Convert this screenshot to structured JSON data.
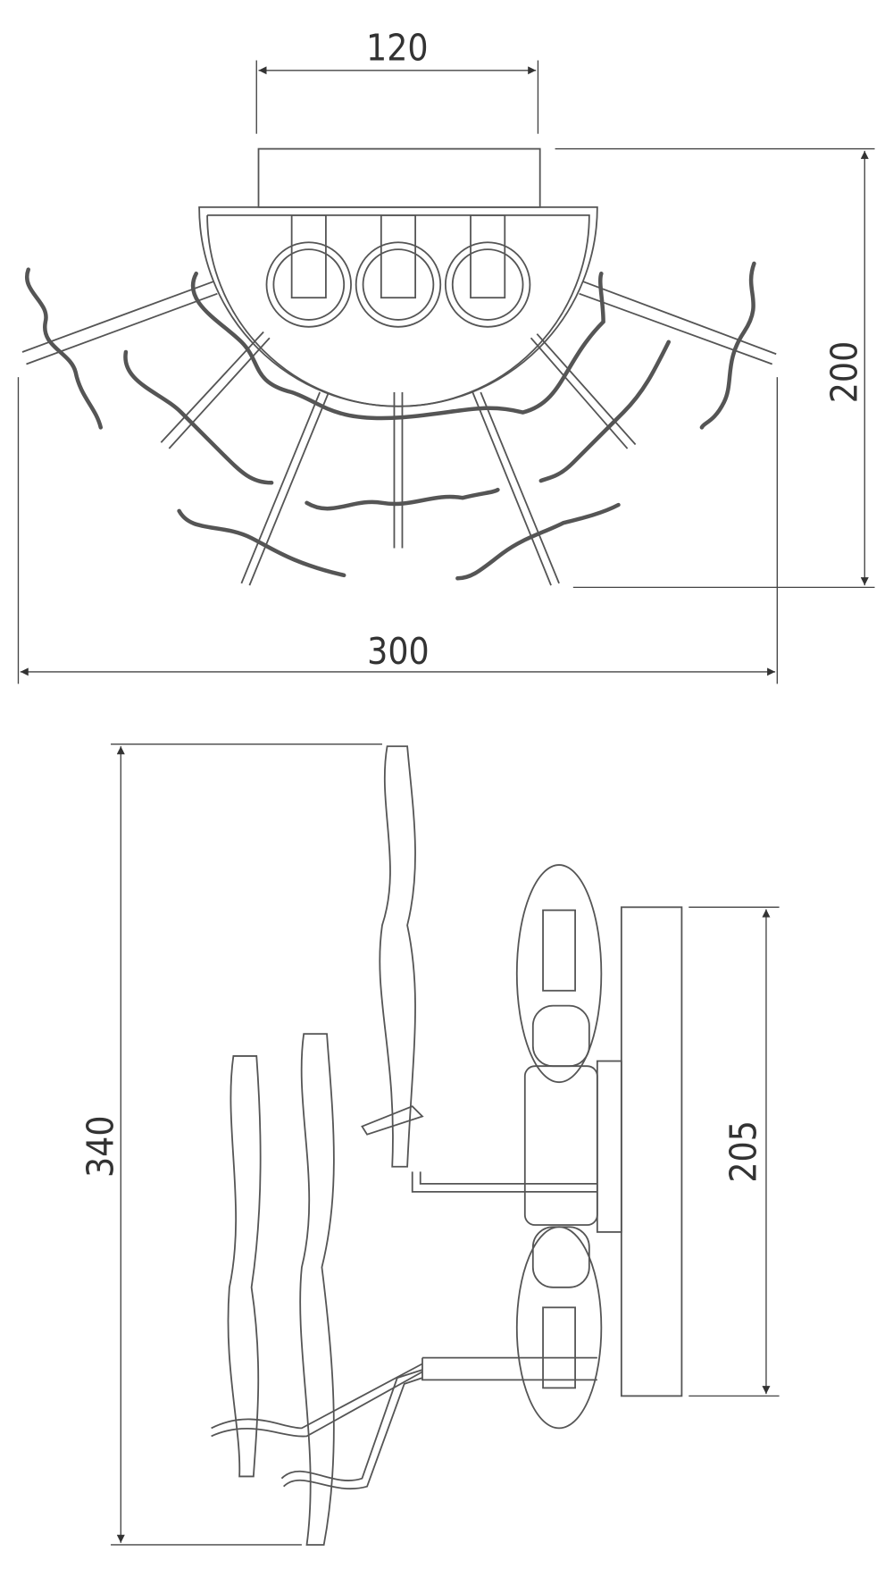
{
  "drawing": {
    "front_view": {
      "dimensions": {
        "mount_width": "120",
        "overall_width": "300",
        "height": "200"
      }
    },
    "side_view": {
      "dimensions": {
        "overall_height": "340",
        "mount_height": "205"
      }
    },
    "line_color": "#555555"
  }
}
